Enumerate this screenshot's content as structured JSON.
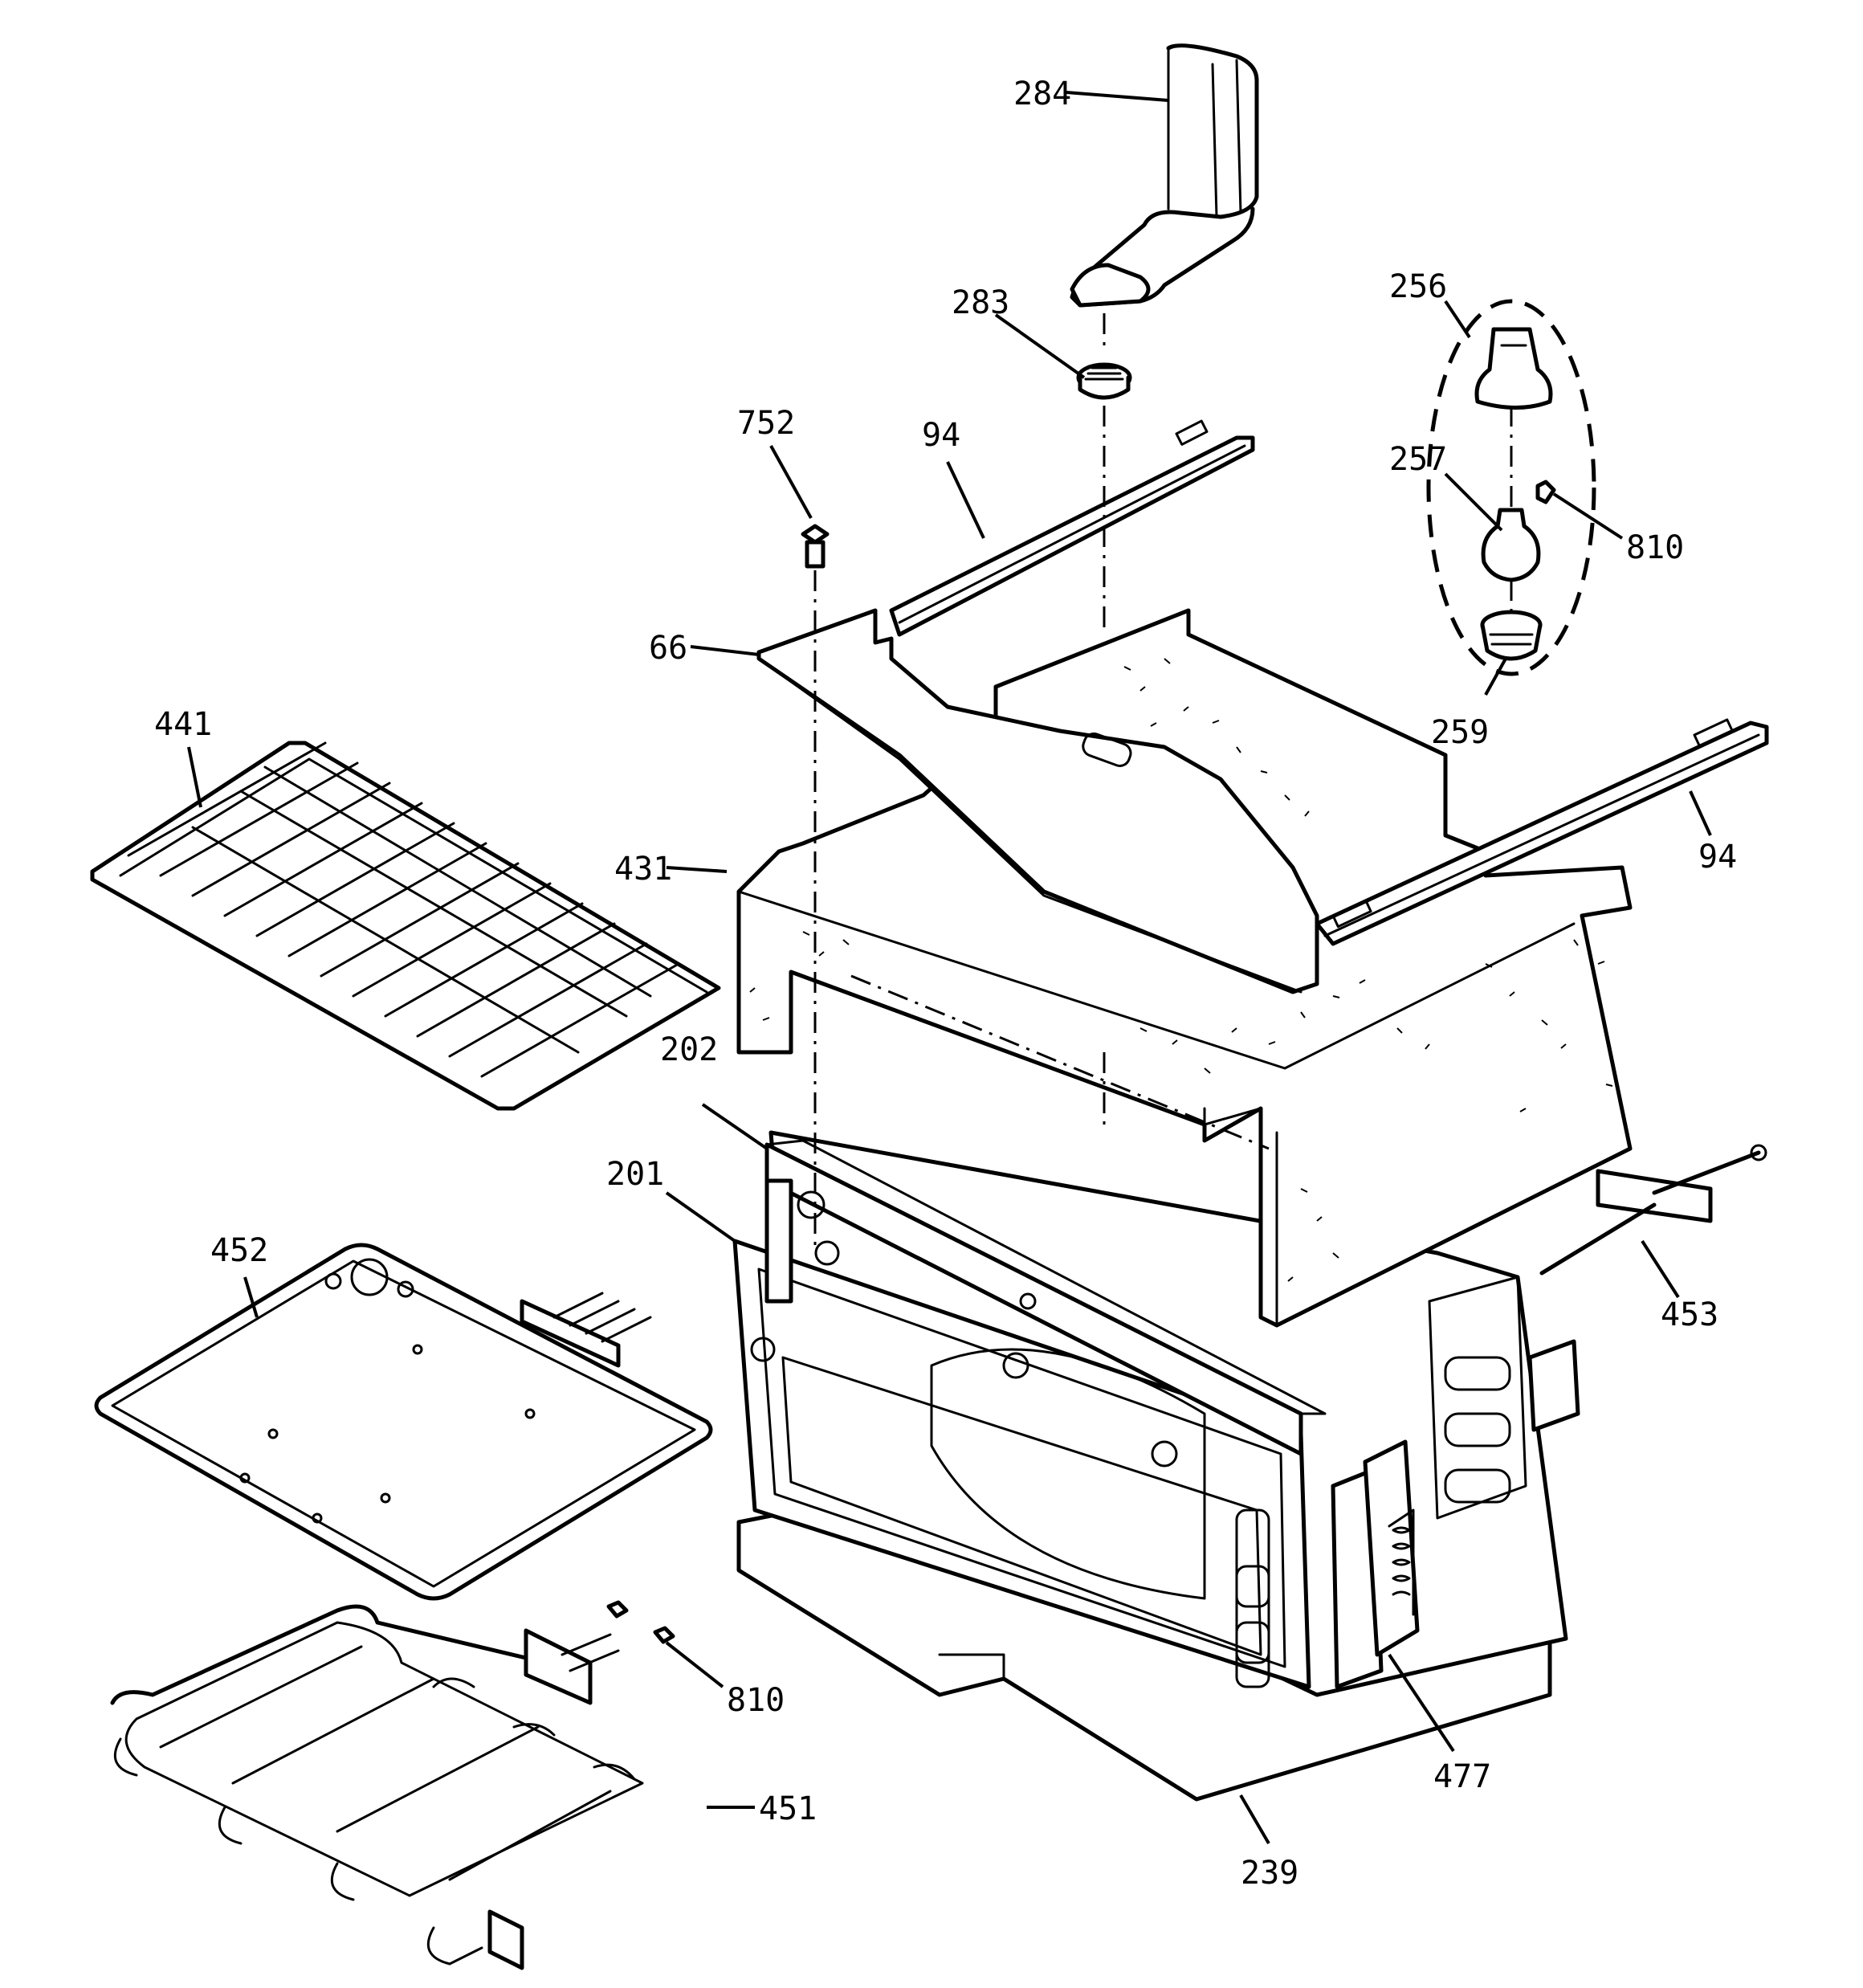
{
  "callouts": {
    "c284": "284",
    "c283": "283",
    "c256": "256",
    "c257": "257",
    "c810a": "810",
    "c259": "259",
    "c752": "752",
    "c94a": "94",
    "c94b": "94",
    "c66": "66",
    "c441": "441",
    "c431": "431",
    "c202": "202",
    "c201": "201",
    "c452": "452",
    "c453": "453",
    "c810b": "810",
    "c451": "451",
    "c477": "477",
    "c239": "239"
  },
  "colors": {
    "line": "#000000",
    "background": "#ffffff"
  }
}
